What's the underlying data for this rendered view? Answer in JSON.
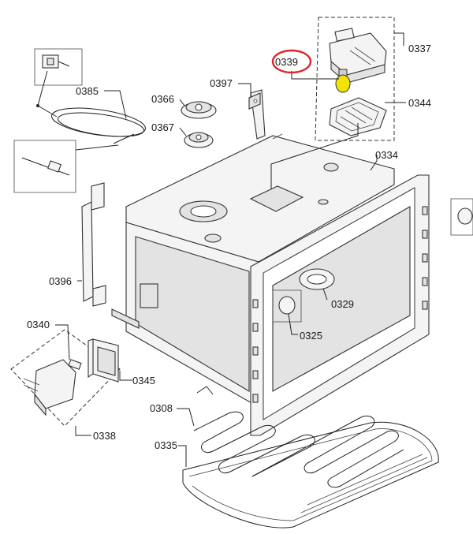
{
  "labels": {
    "p0337": "0337",
    "p0339": "0339",
    "p0344": "0344",
    "p0397": "0397",
    "p0385": "0385",
    "p0366": "0366",
    "p0367": "0367",
    "p0334": "0334",
    "p0396": "0396",
    "p0329": "0329",
    "p0325": "0325",
    "p0340": "0340",
    "p0345": "0345",
    "p0338": "0338",
    "p0308": "0308",
    "p0335": "0335"
  },
  "colors": {
    "highlight_circle": "#e0242b",
    "lamp_bulb": "#f2e400"
  }
}
